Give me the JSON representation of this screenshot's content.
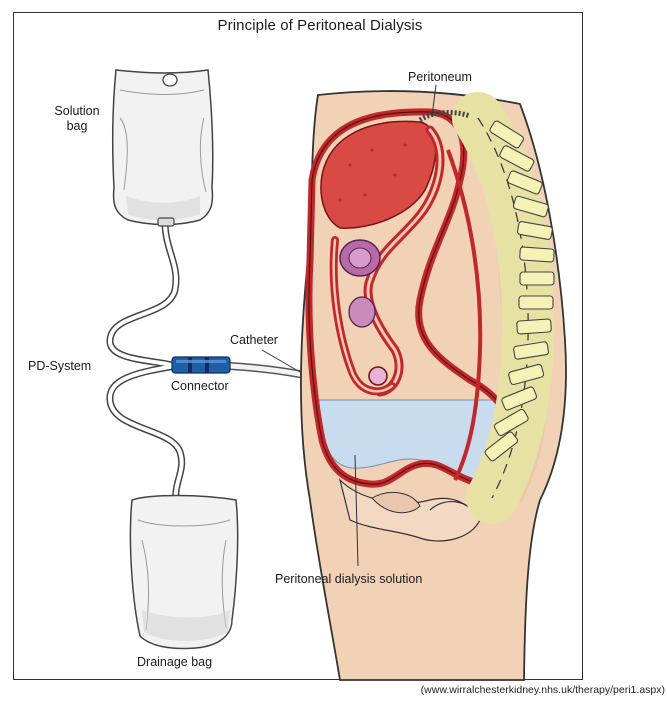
{
  "title": "Principle of Peritoneal Dialysis",
  "labels": {
    "solution_bag_line1": "Solution",
    "solution_bag_line2": "bag",
    "peritoneum": "Peritoneum",
    "pd_system": "PD-System",
    "catheter": "Catheter",
    "connector": "Connector",
    "dialysis_solution": "Peritoneal dialysis solution",
    "drainage_bag": "Drainage bag"
  },
  "source": "(www.wirralchesterkidney.nhs.uk/therapy/peri1.aspx)",
  "colors": {
    "organ_red": "#c0282b",
    "tissue": "#f0cdb0",
    "spine_yellow": "#f4f2b4",
    "solution_blue": "#c9dbef",
    "connector_blue": "#1f5fa8"
  }
}
